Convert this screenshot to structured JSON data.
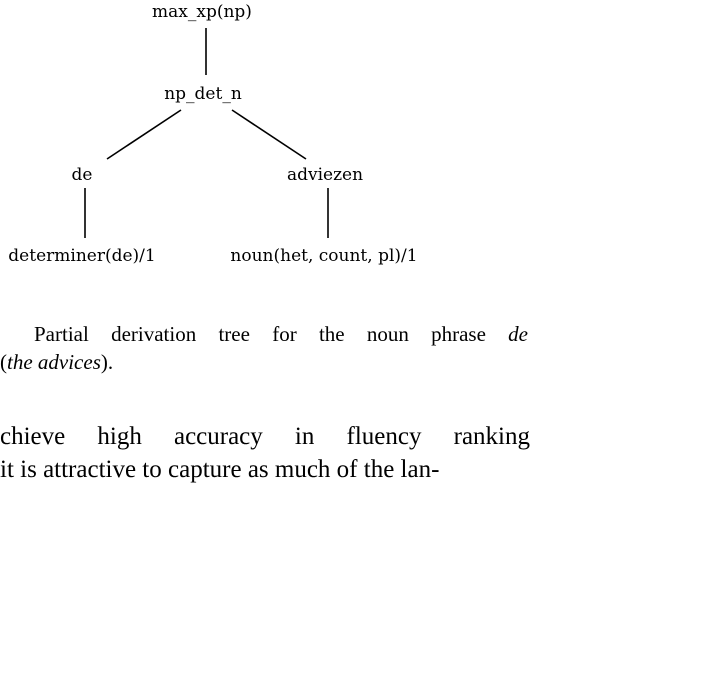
{
  "tree": {
    "nodes": [
      {
        "id": "max_xp",
        "label": "max_xp(np)"
      },
      {
        "id": "np_det_n",
        "label": "np_det_n"
      },
      {
        "id": "de",
        "label": "de"
      },
      {
        "id": "adviezen",
        "label": "adviezen"
      },
      {
        "id": "determiner",
        "label": "determiner(de)/1"
      },
      {
        "id": "noun",
        "label": "noun(het, count, pl)/1"
      }
    ],
    "edges": [
      [
        "max_xp",
        "np_det_n"
      ],
      [
        "np_det_n",
        "de"
      ],
      [
        "np_det_n",
        "adviezen"
      ],
      [
        "de",
        "determiner"
      ],
      [
        "adviezen",
        "noun"
      ]
    ]
  },
  "caption": {
    "line1_words": [
      "Partial",
      "derivation",
      "tree",
      "for",
      "the",
      "noun",
      "phrase"
    ],
    "line1_italic_tail": "de",
    "line2_open": "(",
    "line2_italic": "the advices",
    "line2_close": ")."
  },
  "body": {
    "line1_words": [
      "chieve",
      "high",
      "accuracy",
      "in",
      "fluency",
      "ranking"
    ],
    "line2": "it is attractive to capture as much of the lan-"
  }
}
